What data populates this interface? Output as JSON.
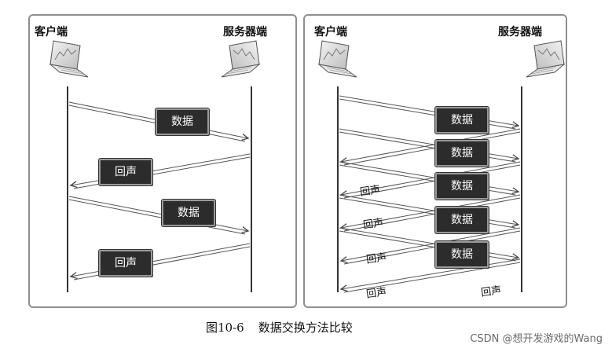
{
  "left": {
    "client_label": "客户端",
    "server_label": "服务器端",
    "data_label": "数据",
    "echo_label": "回声"
  },
  "right": {
    "client_label": "客户端",
    "server_label": "服务器端",
    "data_label": "数据",
    "echo_label": "回声"
  },
  "caption": {
    "figure_number": "图10-6",
    "figure_title": "数据交换方法比较"
  },
  "watermark": "CSDN @想开发游戏的Wang",
  "icons": {
    "client": "laptop-icon",
    "server": "laptop-icon"
  }
}
